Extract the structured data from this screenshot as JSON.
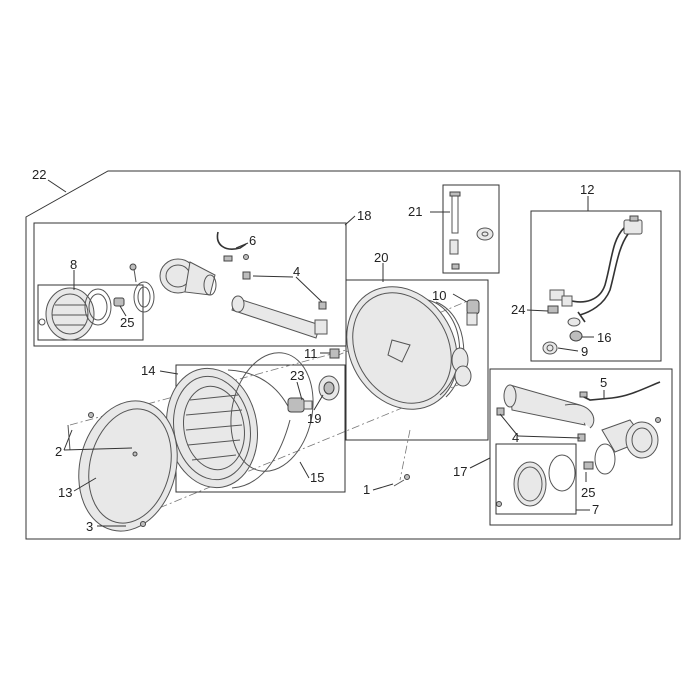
{
  "callouts": {
    "c22": "22",
    "c21": "21",
    "c12": "12",
    "c18": "18",
    "c20": "20",
    "c8": "8",
    "c6": "6",
    "c4a": "4",
    "c25a": "25",
    "c10": "10",
    "c24": "24",
    "c16": "16",
    "c9": "9",
    "c11": "11",
    "c14": "14",
    "c23": "23",
    "c19": "19",
    "c5": "5",
    "c2": "2",
    "c15": "15",
    "c4b": "4",
    "c13": "13",
    "c17": "17",
    "c1": "1",
    "c25b": "25",
    "c7": "7",
    "c3": "3"
  }
}
